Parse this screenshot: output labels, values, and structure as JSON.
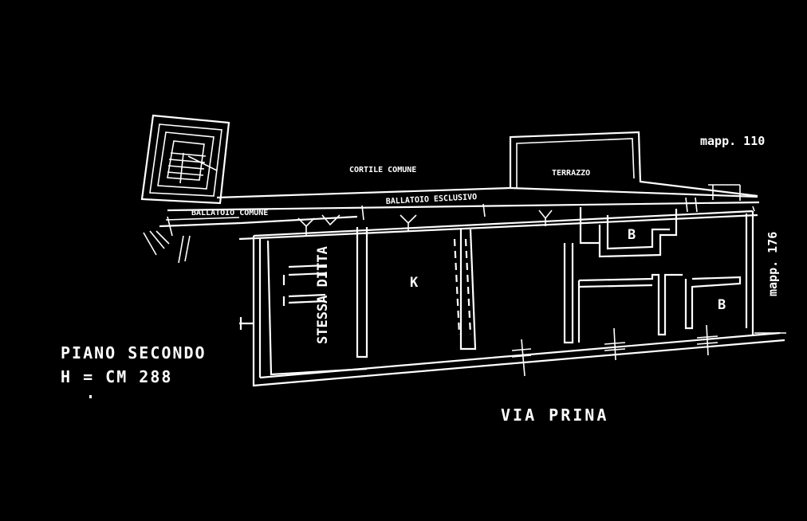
{
  "labels": {
    "cortile": "CORTILE COMUNE",
    "terrazzo": "TERRAZZO",
    "ballatoio_esclusivo": "BALLATOIO ESCLUSIVO",
    "ballatoio_comune": "BALLATOIO COMUNE",
    "mapp_top": "mapp. 110",
    "mapp_side": "mapp. 176",
    "kitchen": "K",
    "bath_1": "B",
    "bath_2": "B",
    "stessa_ditta": "STESSA DITTA",
    "piano": "PIANO SECONDO",
    "height": "H = CM 288",
    "street": "VIA  PRINA"
  },
  "colors": {
    "background": "#000000",
    "lines": "#ffffff"
  }
}
